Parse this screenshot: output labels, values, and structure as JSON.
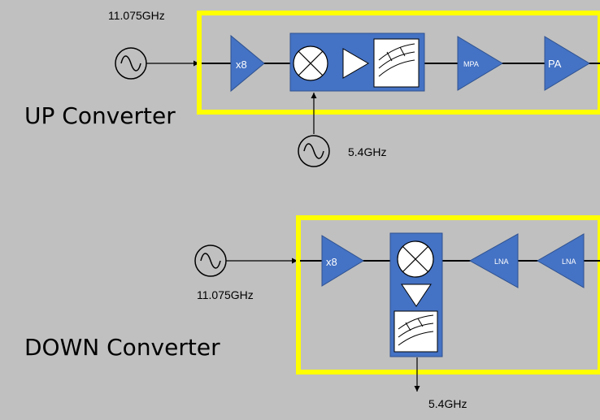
{
  "colors": {
    "background": "#c0c0c0",
    "highlight_box": "#ffff00",
    "block_fill": "#4472c4",
    "block_stroke": "#2f528f",
    "line": "#000000"
  },
  "up_converter": {
    "title": "UP Converter",
    "lo1_freq": "11.075GHz",
    "lo2_freq": "5.4GHz",
    "multiplier_label": "x8",
    "mpa_label": "MPA",
    "pa_label": "PA"
  },
  "down_converter": {
    "title": "DOWN Converter",
    "lo1_freq": "11.075GHz",
    "output_freq": "5.4GHz",
    "multiplier_label": "x8",
    "lna1_label": "LNA",
    "lna2_label": "LNA"
  },
  "icons": {
    "oscillator": "sine-wave-oscillator-icon",
    "mixer": "mixer-icon",
    "filter": "bandpass-filter-icon",
    "amplifier": "amplifier-triangle-icon"
  }
}
